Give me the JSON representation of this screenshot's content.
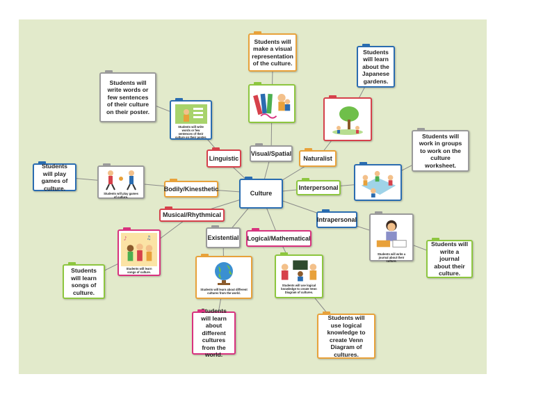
{
  "center": "Culture",
  "branches": {
    "linguistic": "Linguistic",
    "visual_spatial": "Visual/Spatial",
    "naturalist": "Naturalist",
    "interpersonal": "Interpersonal",
    "intrapersonal": "Intrapersonal",
    "logical_mathematical": "Logical/Mathematical",
    "existential": "Existential",
    "musical_rhythmical": "Musical/Rhythmical",
    "bodily_kinesthetic": "Bodily/Kinesthetic"
  },
  "notes": {
    "visual": "Students will make a visual representation of the culture.",
    "japanese": "Students will learn about the Japanese gardens.",
    "words": "Students will write words or few sentences of their culture on their poster.",
    "groups": "Students will work in groups to work on the culture worksheet.",
    "games": "Students will play games of culture.",
    "journal": "Students will write a journal about their culture.",
    "songs": "Students will learn songs of culture.",
    "different": "Students will learn about different cultures from the world.",
    "venn": "Students will use logical knowledge to create Venn Diagram of cultures."
  },
  "captions": {
    "linguistic": "Students will write words or few sentences of their culture on their poster.",
    "bodily": "Students will play games of culture.",
    "intrapersonal": "Students will write a journal about their culture.",
    "musical": "Students will learn songs of culture.",
    "existential": "Students will learn about different cultures from the world.",
    "logical": "Students will use logical knowledge to create Venn Diagram of cultures."
  },
  "colors": {
    "background": "#e2eacb",
    "blue": "#2a6cb0",
    "orange": "#e8a13a",
    "red": "#d6414b",
    "pink": "#d8327e",
    "green": "#8dc63f",
    "gray": "#9a9a9a"
  }
}
